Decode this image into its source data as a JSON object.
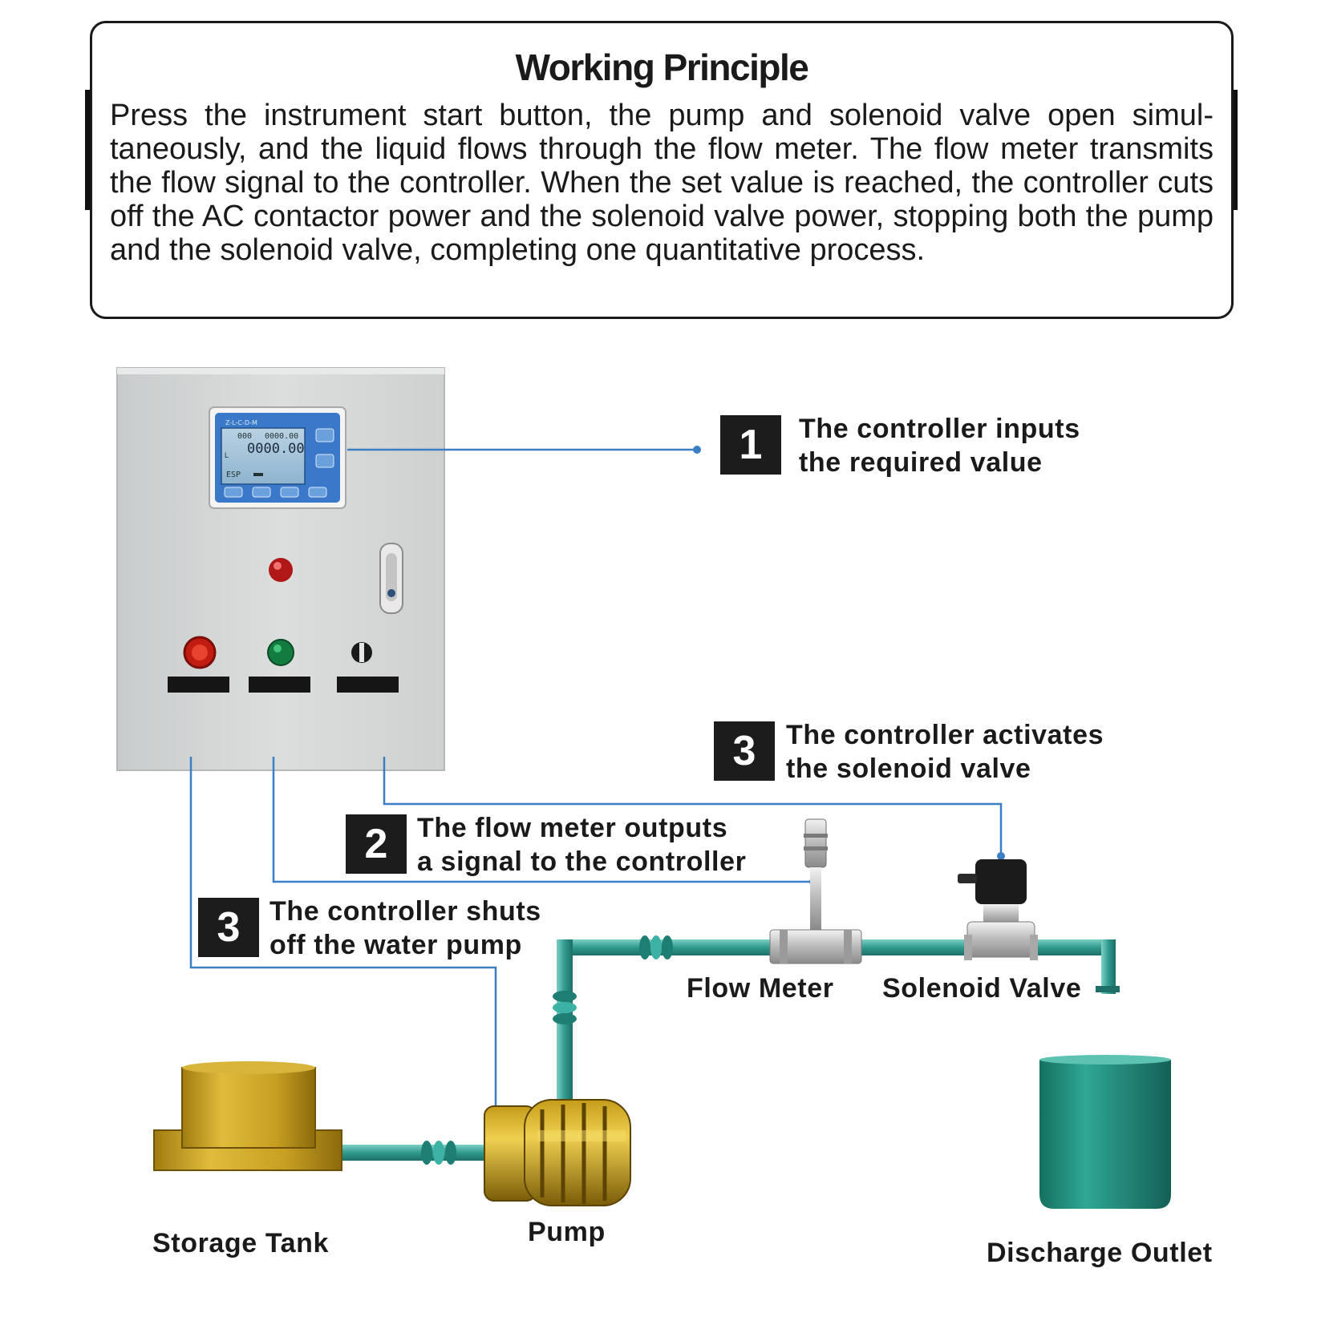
{
  "principle": {
    "title": "Working Principle",
    "text": "Press the instrument start button, the pump and solenoid valve open simul­taneously, and the liquid flows through the flow meter. The flow meter trans­mits the flow signal to the controller. When the set value is reached, the con­troller cuts off the AC contactor power and the solenoid valve power, stop­ping both the pump and the solenoid valve, completing one quantitative pro­cess."
  },
  "steps": [
    {
      "number": "1",
      "line1": "The controller inputs",
      "line2": "the required value"
    },
    {
      "number": "2",
      "line1": "The flow meter outputs",
      "line2": "a signal to the controller"
    },
    {
      "number": "3",
      "line1": "The controller activates",
      "line2": "the solenoid valve"
    },
    {
      "number": "3",
      "line1": "The controller shuts",
      "line2": "off the water pump"
    }
  ],
  "components": {
    "flow_meter": "Flow Meter",
    "solenoid_valve": "Solenoid Valve",
    "storage_tank": "Storage Tank",
    "pump": "Pump",
    "discharge_outlet": "Discharge Outlet"
  },
  "controller_display": {
    "brand": "Z-L-C-D-M",
    "top_left": "000",
    "top_right": "0000.00",
    "main_value": "0000.00",
    "unit": "L",
    "status": "ESP"
  },
  "colors": {
    "signal_line": "#3a7fc4",
    "pipe": "#3b9f96",
    "panel": "#d6d8d8",
    "tank": "#c8a021",
    "outlet": "#1f8e82",
    "badge": "#1c1c1c"
  }
}
